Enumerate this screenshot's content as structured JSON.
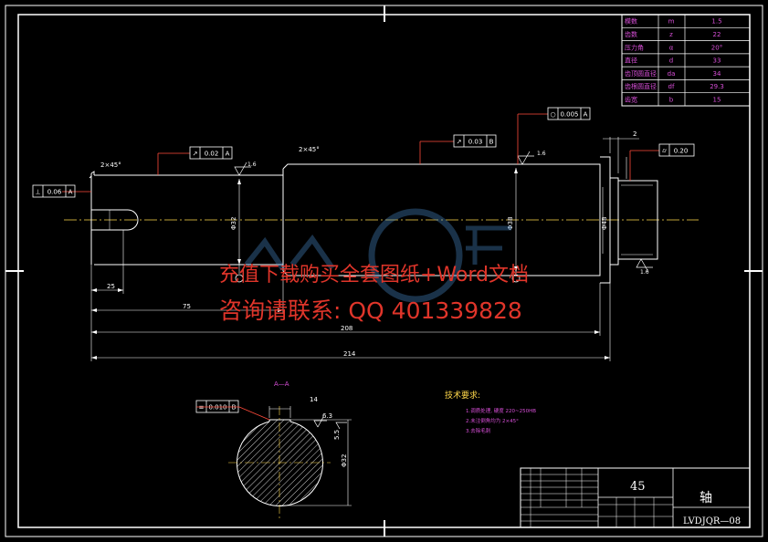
{
  "params": [
    {
      "name": "模数",
      "sym": "m",
      "val": "1.5"
    },
    {
      "name": "齿数",
      "sym": "z",
      "val": "22"
    },
    {
      "name": "压力角",
      "sym": "α",
      "val": "20°"
    },
    {
      "name": "直径",
      "sym": "d",
      "val": "33"
    },
    {
      "name": "齿顶圆直径",
      "sym": "da",
      "val": "34"
    },
    {
      "name": "齿根圆直径",
      "sym": "df",
      "val": "29.3"
    },
    {
      "name": "齿宽",
      "sym": "b",
      "val": "15"
    }
  ],
  "dims": {
    "len_214": "214",
    "len_208": "208",
    "len_75": "75",
    "len_25": "25",
    "chamfer_left": "2×45°",
    "chamfer_mid": "2×45°",
    "dim_2": "2",
    "dia_small": "Φ32",
    "dia_large": "Φ38",
    "dia_head": "Φ48",
    "rough_14a": "1.6",
    "rough_14b": "1.6",
    "rough_16": "1.6",
    "sec_14": "14",
    "sec_rough": "6.3",
    "sec_depth": "5.5",
    "sec_dia": "Φ32"
  },
  "tolerances": [
    {
      "sym": "⊥",
      "val": "0.06",
      "ref": "A"
    },
    {
      "sym": "↗",
      "val": "0.02",
      "ref": "A"
    },
    {
      "sym": "↗",
      "val": "0.03",
      "ref": "B"
    },
    {
      "sym": "○",
      "val": "0.005",
      "ref": "A"
    },
    {
      "sym": "⌭",
      "val": "0.20",
      "ref": ""
    },
    {
      "sym": "≡",
      "val": "0.010",
      "ref": "B"
    }
  ],
  "section_label": "A—A",
  "tech": {
    "title": "技术要求:",
    "items": [
      "1.调质处理, 硬度 220~250HB",
      "2.未注倒角均为 2×45°",
      "3.去除毛刺"
    ]
  },
  "title_block": {
    "material": "45",
    "part_name": "轴",
    "drawing_no": "LVDJQR—08"
  },
  "watermark": {
    "line1": "充值下载购买全套图纸+Word文档",
    "line2": "咨询请联系: QQ 401339828"
  }
}
